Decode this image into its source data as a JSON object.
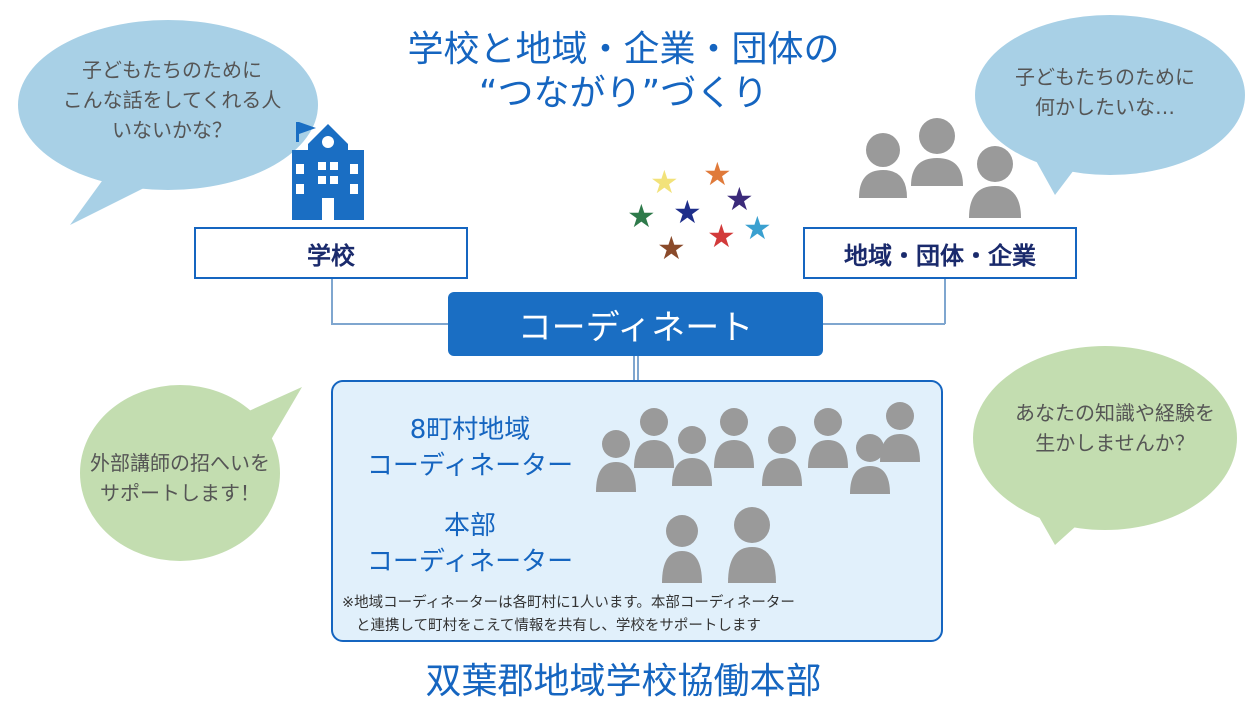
{
  "title": {
    "line1": "学校と地域・企業・団体の",
    "line2": "“つながり”づくり"
  },
  "bubbles": {
    "top_left": [
      "子どもたちのために",
      "こんな話をしてくれる人",
      "いないかな？"
    ],
    "top_right": [
      "子どもたちのために",
      "何かしたいな…"
    ],
    "bottom_left": [
      "外部講師の招へいを",
      "サポートします！"
    ],
    "bottom_right": [
      "あなたの知識や経験を",
      "生かしませんか？"
    ]
  },
  "boxes": {
    "school": "学校",
    "community": "地域・団体・企業"
  },
  "coordinate_button": "コーディネート",
  "panel": {
    "regional_label": [
      "8町村地域",
      "コーディネーター"
    ],
    "hq_label": [
      "本部",
      "コーディネーター"
    ],
    "note": [
      "※地域コーディネーターは各町村に1人います。本部コーディネーター",
      "と連携して町村をこえて情報を共有し、学校をサポートします"
    ]
  },
  "organization": "双葉郡地域学校協働本部",
  "colors": {
    "accent_blue": "#1565c0",
    "button_blue": "#1a6ec3",
    "panel_bg": "#e1f0fb",
    "bubble_blue": "#a8d0e6",
    "bubble_green": "#c3ddb0",
    "person_gray": "#9a9a9a"
  },
  "icons": [
    "school-building-icon",
    "people-group-icon",
    "stars-drawing-icon",
    "person-icon"
  ]
}
